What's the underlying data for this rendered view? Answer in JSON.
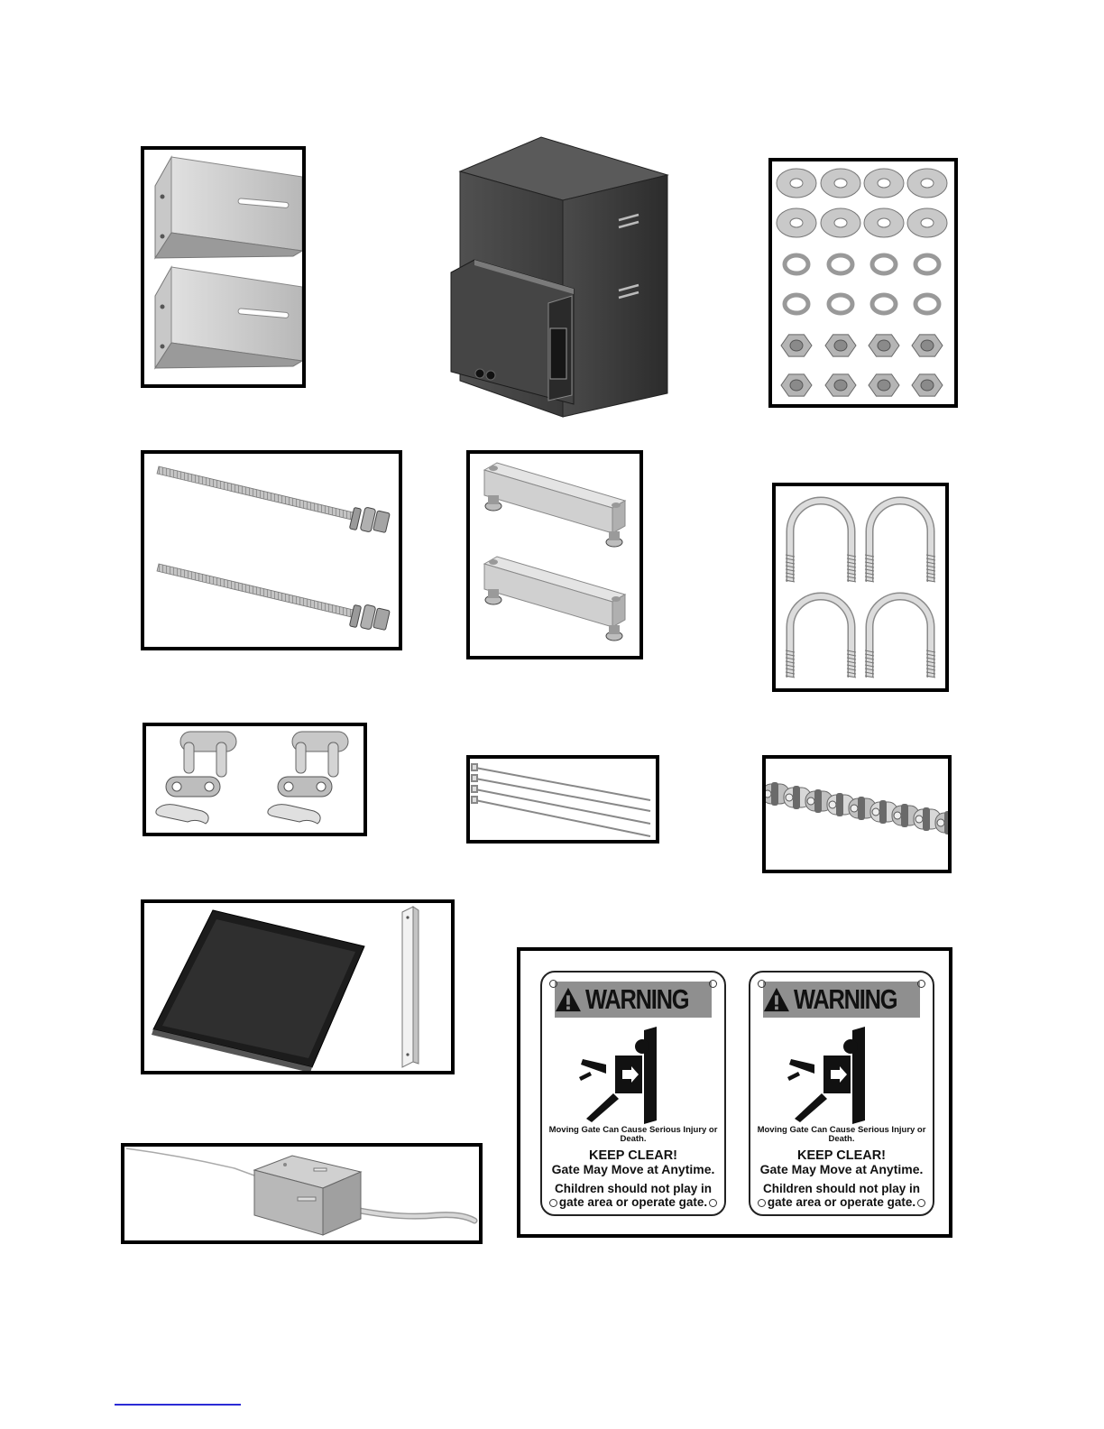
{
  "warning_signs": [
    {
      "header": "WARNING",
      "caution_line": "Moving Gate Can Cause Serious Injury or Death.",
      "keep_clear": "KEEP CLEAR!",
      "gate_move": "Gate May Move at Anytime.",
      "children": "Children should not play in gate area or operate gate."
    },
    {
      "header": "WARNING",
      "caution_line": "Moving Gate Can Cause Serious Injury or Death.",
      "keep_clear": "KEEP CLEAR!",
      "gate_move": "Gate May Move at Anytime.",
      "children": "Children should not play in gate area or operate gate."
    }
  ],
  "icons": {
    "hazard": "warning-triangle-icon",
    "pinch": "crush-hazard-icon"
  },
  "colors": {
    "frame": "#000000",
    "housing": "#3c3c3c",
    "sign_header": "#8f8f8f",
    "footer_line": "#2b2bd6"
  }
}
